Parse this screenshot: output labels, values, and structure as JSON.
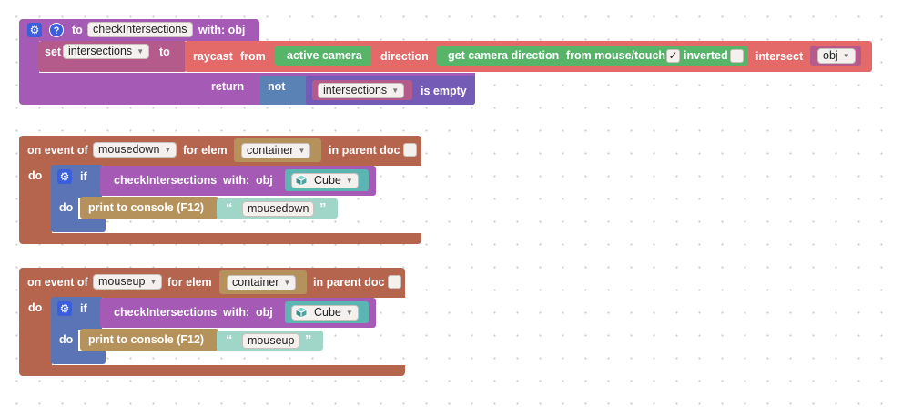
{
  "func": {
    "to": "to",
    "name": "checkIntersections",
    "with": "with: obj",
    "set": "set",
    "var": "intersections",
    "set_to": "to",
    "raycast": "raycast",
    "from": "from",
    "active_camera": "active camera",
    "direction": "direction",
    "get_dir": "get camera direction",
    "from_mouse": "from mouse/touch",
    "inverted": "inverted",
    "intersect": "intersect",
    "obj": "obj",
    "return": "return",
    "not": "not",
    "ret_var": "intersections",
    "is_empty": "is empty",
    "check_mark": "✓"
  },
  "event1": {
    "on_event": "on event of",
    "event": "mousedown",
    "for_elem": "for elem",
    "elem": "container",
    "in_parent": "in parent doc",
    "do": "do",
    "if": "if",
    "call": "checkIntersections",
    "with": "with:",
    "obj": "obj",
    "object": "Cube",
    "do2": "do",
    "print": "print to console (F12)",
    "text": "mousedown",
    "quote_open": "“",
    "quote_close": "”"
  },
  "event2": {
    "on_event": "on event of",
    "event": "mouseup",
    "for_elem": "for elem",
    "elem": "container",
    "in_parent": "in parent doc",
    "do": "do",
    "if": "if",
    "call": "checkIntersections",
    "with": "with:",
    "obj": "obj",
    "object": "Cube",
    "do2": "do",
    "print": "print to console (F12)",
    "text": "mouseup",
    "quote_open": "“",
    "quote_close": "”"
  },
  "icons": {
    "gear": "⚙",
    "help": "?",
    "dropdown": "▼"
  },
  "colors": {
    "procedure": "#a55bb5",
    "variable": "#b55b8c",
    "raycast": "#e46a6a",
    "camera": "#57b56a",
    "logic": "#5b82b5",
    "list": "#745bb5",
    "event": "#b5654e",
    "control": "#5b74b5",
    "print": "#b5915b",
    "text": "#a0d6c8",
    "object": "#5bb5b2"
  }
}
